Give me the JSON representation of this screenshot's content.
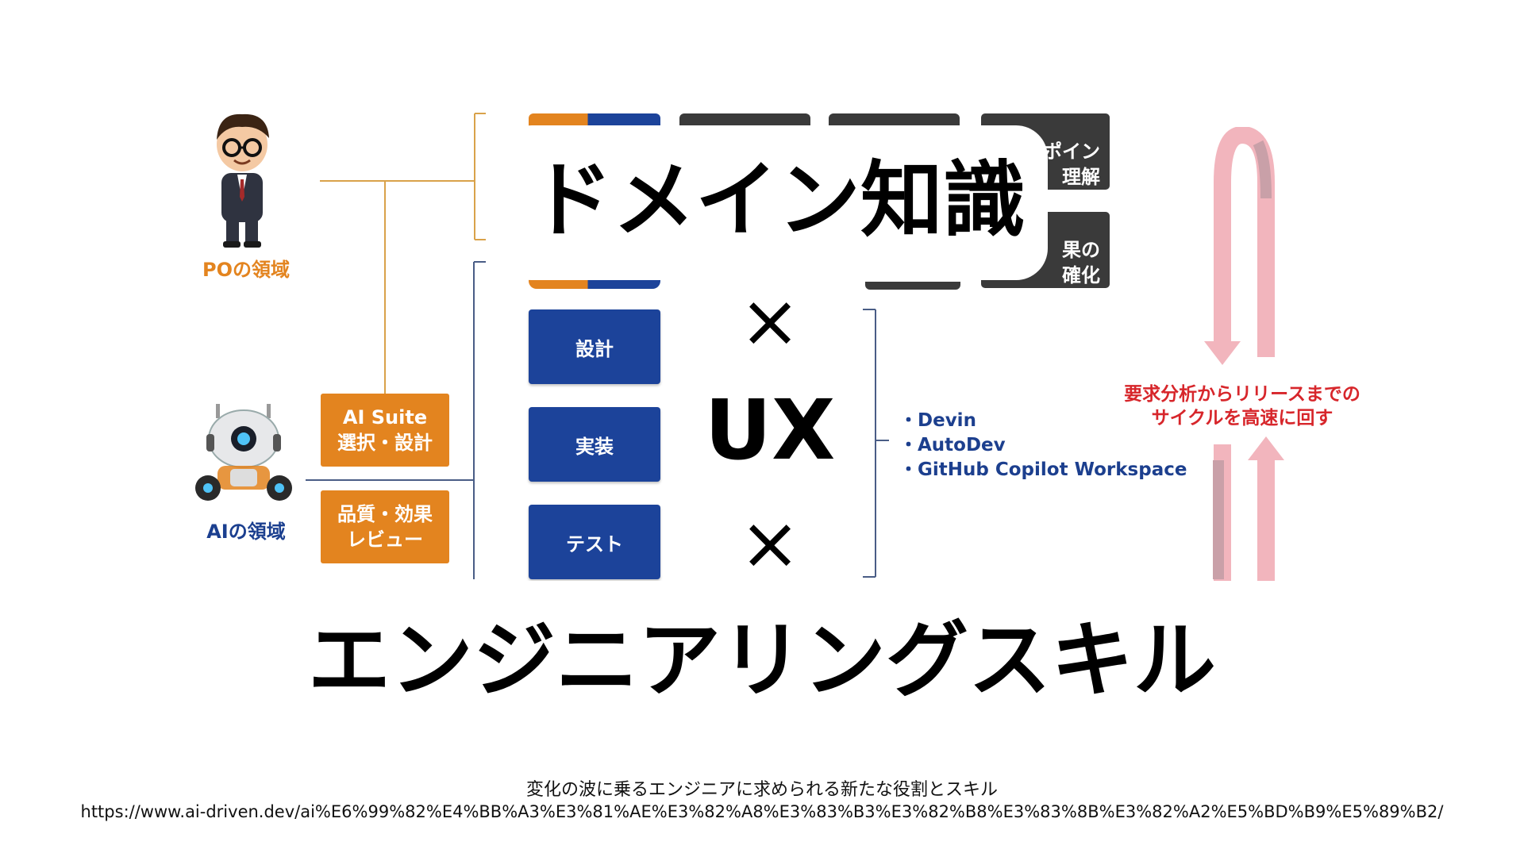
{
  "diagram": {
    "po_label": "POの領域",
    "ai_label": "AIの領域",
    "ai_suite_box": [
      "AI Suite",
      "選択・設計"
    ],
    "quality_box": [
      "品質・効果",
      "レビュー"
    ],
    "process_steps": [
      "設計",
      "実装",
      "テスト"
    ],
    "gray_box_top_partial": [
      "ンポイン",
      "理解"
    ],
    "gray_box_bottom_partial": [
      "果の",
      "確化"
    ],
    "tools": [
      "・Devin",
      "・AutoDev",
      "・GitHub Copilot Workspace"
    ],
    "cycle_caption": [
      "要求分析からリリースまでの",
      "サイクルを高速に回す"
    ]
  },
  "headline": {
    "line1": "ドメイン知識",
    "times1": "×",
    "line2": "UX",
    "times2": "×",
    "line3": "エンジニアリングスキル"
  },
  "source": {
    "title": "変化の波に乗るエンジニアに求められる新たな役割とスキル",
    "url": "https://www.ai-driven.dev/ai%E6%99%82%E4%BB%A3%E3%81%AE%E3%82%A8%E3%83%B3%E3%82%B8%E3%83%8B%E3%82%A2%E5%BD%B9%E5%89%B2/"
  },
  "colors": {
    "orange": "#e3841f",
    "blue": "#1c439a",
    "gray": "#3a3a3a",
    "cycle_arrow": "#f2b5bd",
    "caption_red": "#d7262b"
  }
}
